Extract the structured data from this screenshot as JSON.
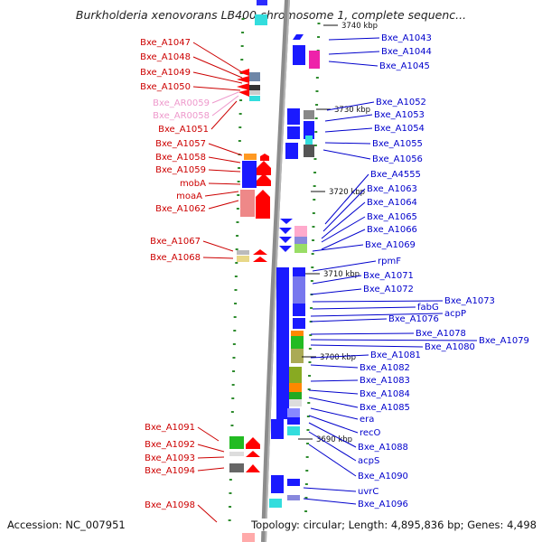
{
  "title": "Burkholderia xenovorans LB400 chromosome 1, complete sequenc...",
  "footer": {
    "accession": "Accession: NC_007951",
    "summary": "Topology: circular; Length: 4,895,836 bp; Genes: 4,498"
  },
  "colors": {
    "left_label": "#cc0000",
    "left_label_faded": "#ee99cc",
    "right_label": "#0000cc",
    "backbone": "#8c8c8c",
    "tick": "#2e8b2e"
  },
  "positions": [
    {
      "label": "3740 kbp"
    },
    {
      "label": "3730 kbp"
    },
    {
      "label": "3720 kbp"
    },
    {
      "label": "3710 kbp"
    },
    {
      "label": "3700 kbp"
    },
    {
      "label": "3690 kbp"
    }
  ],
  "left_labels": [
    {
      "label": "Bxe_A1047"
    },
    {
      "label": "Bxe_A1048"
    },
    {
      "label": "Bxe_A1049"
    },
    {
      "label": "Bxe_A1050"
    },
    {
      "label": "Bxe_AR0059",
      "faded": true
    },
    {
      "label": "Bxe_AR0058",
      "faded": true
    },
    {
      "label": "Bxe_A1051"
    },
    {
      "label": "Bxe_A1057"
    },
    {
      "label": "Bxe_A1058"
    },
    {
      "label": "Bxe_A1059"
    },
    {
      "label": "mobA"
    },
    {
      "label": "moaA"
    },
    {
      "label": "Bxe_A1062"
    },
    {
      "label": "Bxe_A1067"
    },
    {
      "label": "Bxe_A1068"
    },
    {
      "label": "Bxe_A1091"
    },
    {
      "label": "Bxe_A1092"
    },
    {
      "label": "Bxe_A1093"
    },
    {
      "label": "Bxe_A1094"
    },
    {
      "label": "Bxe_A1098"
    }
  ],
  "right_labels": [
    {
      "label": "Bxe_A1043"
    },
    {
      "label": "Bxe_A1044"
    },
    {
      "label": "Bxe_A1045"
    },
    {
      "label": "Bxe_A1052"
    },
    {
      "label": "Bxe_A1053"
    },
    {
      "label": "Bxe_A1054"
    },
    {
      "label": "Bxe_A1055"
    },
    {
      "label": "Bxe_A1056"
    },
    {
      "label": "Bxe_A4555"
    },
    {
      "label": "Bxe_A1063"
    },
    {
      "label": "Bxe_A1064"
    },
    {
      "label": "Bxe_A1065"
    },
    {
      "label": "Bxe_A1066"
    },
    {
      "label": "Bxe_A1069"
    },
    {
      "label": "rpmF"
    },
    {
      "label": "Bxe_A1071"
    },
    {
      "label": "Bxe_A1072"
    },
    {
      "label": "Bxe_A1073"
    },
    {
      "label": "fabG"
    },
    {
      "label": "acpP"
    },
    {
      "label": "Bxe_A1076"
    },
    {
      "label": "Bxe_A1078"
    },
    {
      "label": "Bxe_A1079"
    },
    {
      "label": "Bxe_A1080"
    },
    {
      "label": "Bxe_A1081"
    },
    {
      "label": "Bxe_A1082"
    },
    {
      "label": "Bxe_A1083"
    },
    {
      "label": "Bxe_A1084"
    },
    {
      "label": "Bxe_A1085"
    },
    {
      "label": "era"
    },
    {
      "label": "recO"
    },
    {
      "label": "Bxe_A1088"
    },
    {
      "label": "acpS"
    },
    {
      "label": "Bxe_A1090"
    },
    {
      "label": "uvrC"
    },
    {
      "label": "Bxe_A1096"
    }
  ]
}
